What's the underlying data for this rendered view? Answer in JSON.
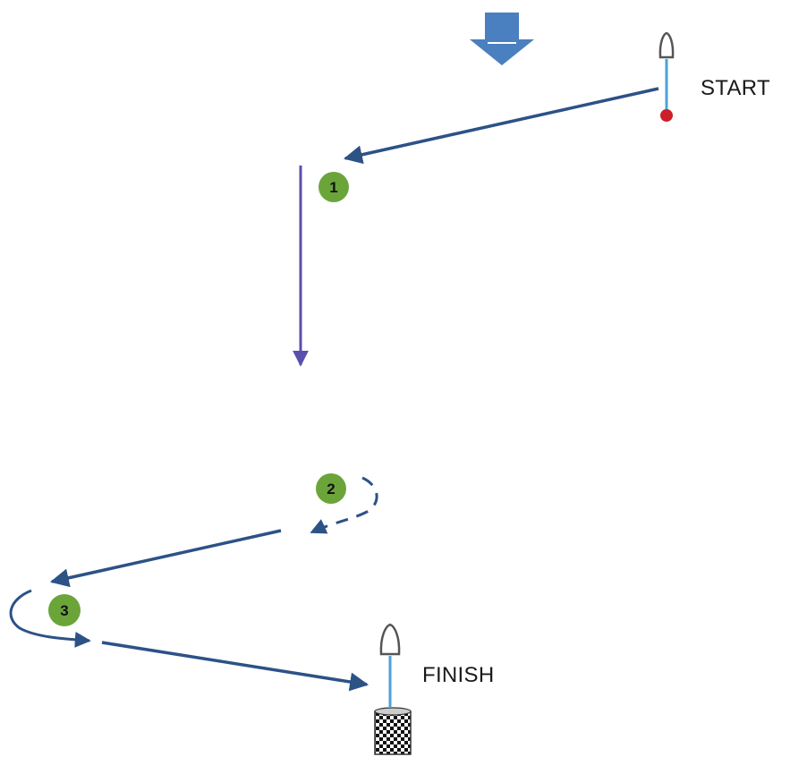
{
  "start_label": "START",
  "finish_label": "FINISH",
  "marks": [
    {
      "number": "1"
    },
    {
      "number": "2"
    },
    {
      "number": "3"
    }
  ],
  "colors": {
    "course_line": "#2c5286",
    "run_leg": "#5b4fae",
    "mark_fill": "#6ba53a",
    "wind_arrow": "#4a7fc0",
    "boat_mast": "#4aa3d8",
    "pin_buoy": "#cc1f2a",
    "boat_outline": "#555555"
  },
  "icons": {
    "wind": "wind-arrow-icon",
    "start_boat": "committee-boat-icon",
    "finish_boat": "committee-boat-icon",
    "start_pin": "pin-buoy-icon",
    "finish_pin": "checkered-flag-buoy-icon"
  }
}
